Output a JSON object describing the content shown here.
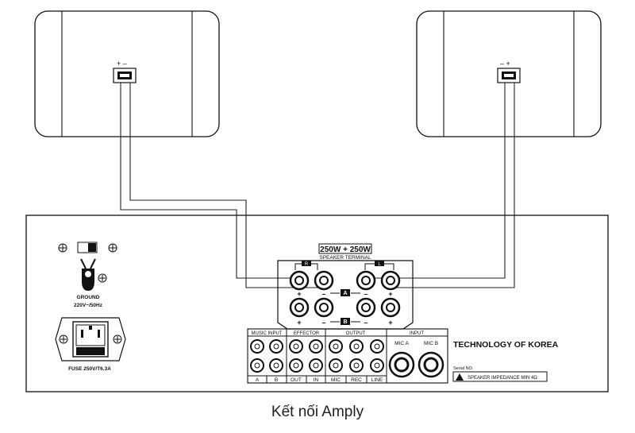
{
  "speakers": {
    "left": {
      "polarity": "+ –"
    },
    "right": {
      "polarity": "– +"
    }
  },
  "amp": {
    "power_rating": "250W + 250W",
    "speaker_terminal_label": "SPEAKER TERMINAL",
    "channel_r": "R",
    "channel_l": "L",
    "row_a_label": "A",
    "row_b_label": "B",
    "plus": "+",
    "minus": "–",
    "ground_label": "GROUND",
    "voltage_label": "220V~/50Hz",
    "fuse_label": "FUSE 250V/T6.3A",
    "sections": {
      "music_input": "MUSIC INPUT",
      "effector": "EFFECTOR",
      "output": "OUTPUT",
      "input": "INPUT"
    },
    "jack_labels": {
      "a": "A",
      "b": "B",
      "out": "OUT",
      "in": "IN",
      "mic": "MIC",
      "rec": "REC",
      "line": "LINE"
    },
    "mic_a": "MIC A",
    "mic_b": "MIC B",
    "brand": "TECHNOLOGY OF KOREA",
    "serial_label": "Serial NO.",
    "impedance_warning": "SPEAKER IMPEDANCE MIN 4Ω"
  },
  "caption": "Kết nối Amply"
}
